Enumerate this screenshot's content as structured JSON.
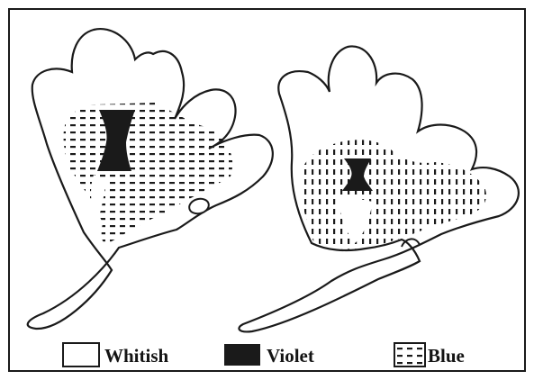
{
  "colors": {
    "ink": "#1a1a1a",
    "violet_fill": "#1a1a1a",
    "whitish_fill": "#ffffff",
    "background": "#ffffff"
  },
  "legend": {
    "whitish": "Whitish",
    "violet": "Violet",
    "blue": "Blue"
  }
}
